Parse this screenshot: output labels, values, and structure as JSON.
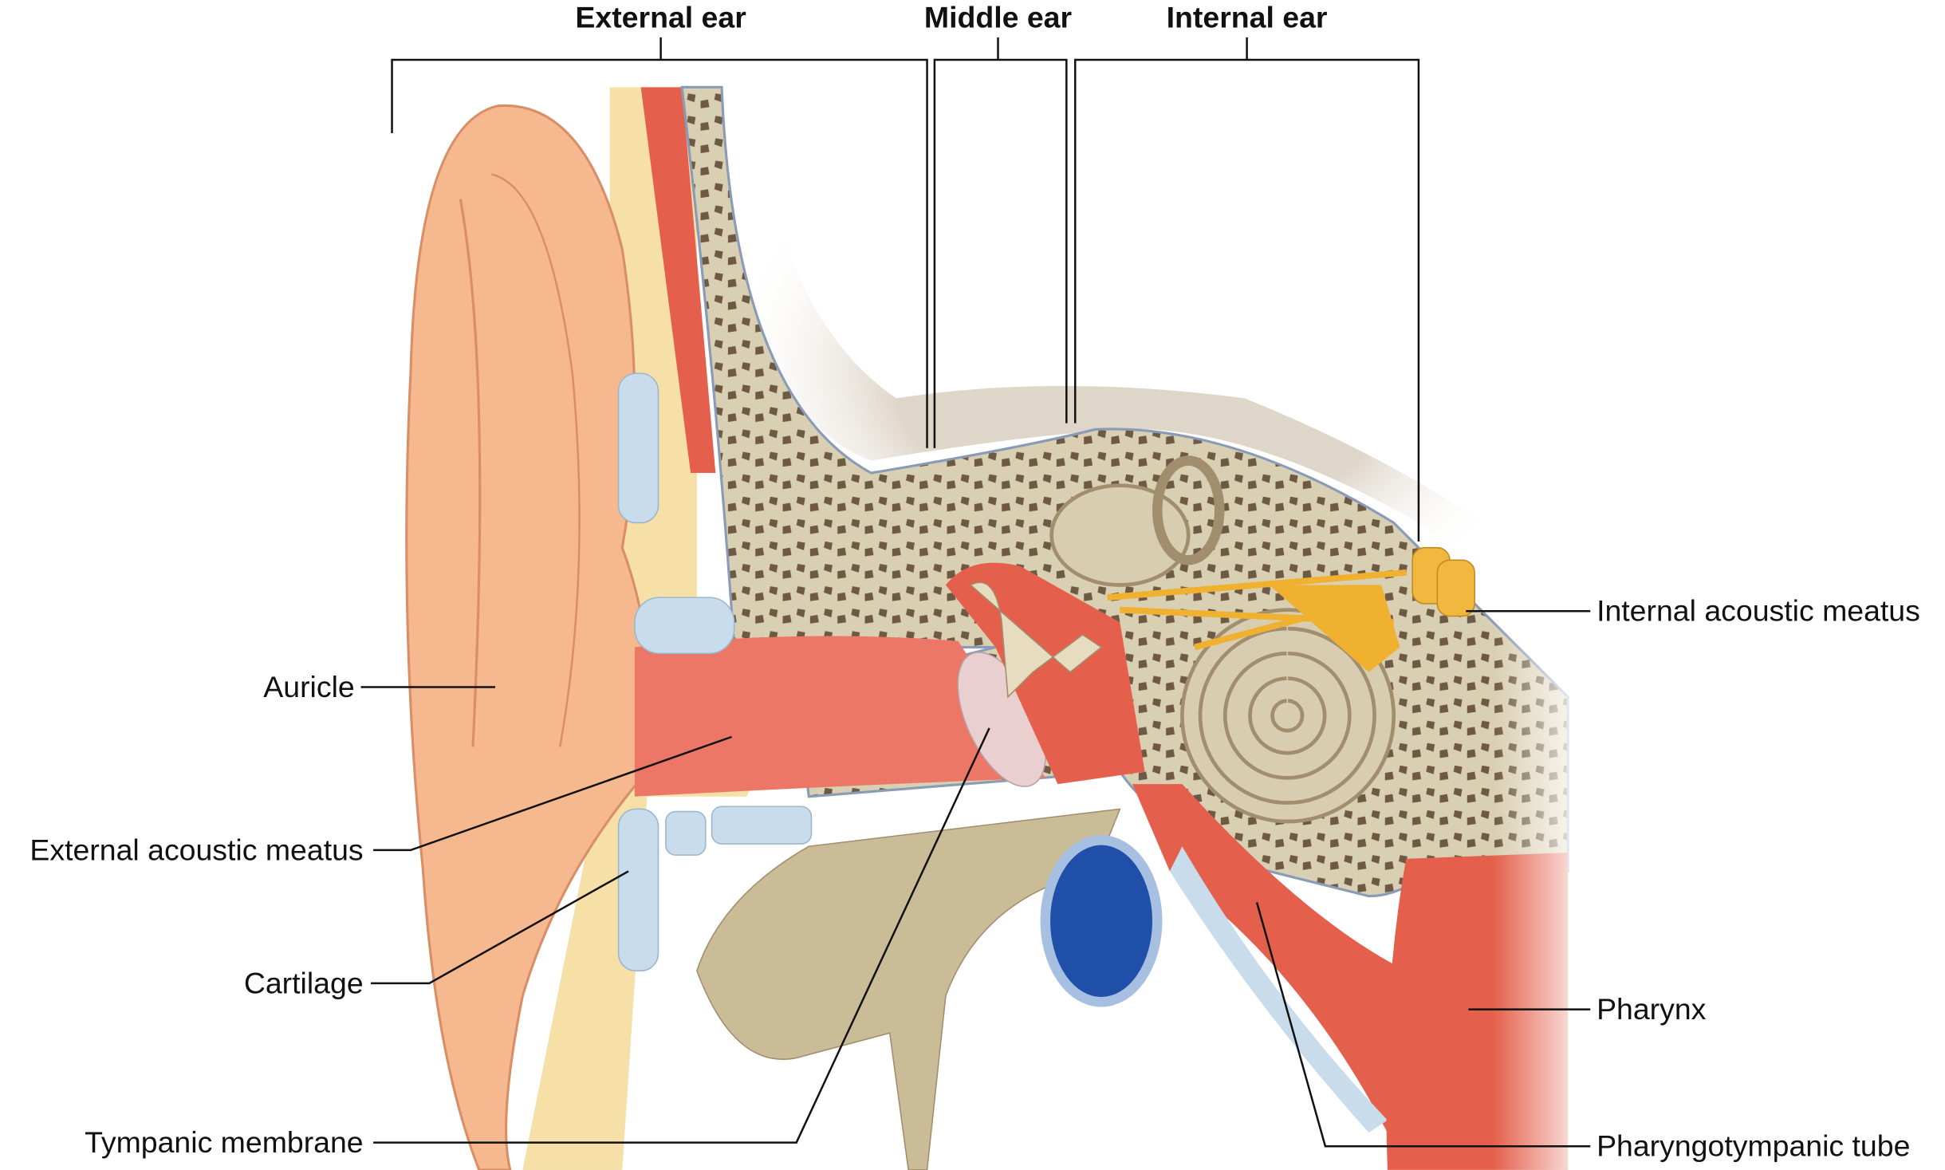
{
  "title": "Structure of the ear",
  "regions": {
    "external_ear": "External ear",
    "middle_ear": "Middle ear",
    "internal_ear": "Internal ear"
  },
  "labels": {
    "auricle": "Auricle",
    "external_acoustic_meatus": "External acoustic meatus",
    "cartilage": "Cartilage",
    "tympanic_membrane": "Tympanic membrane",
    "internal_acoustic_meatus": "Internal acoustic meatus",
    "pharynx": "Pharynx",
    "pharyngotympanic_tube": "Pharyngotympanic tube"
  },
  "colors": {
    "skin": "#f6b98f",
    "bone": "#d9cfb2",
    "spongy_bone": "#6e5a44",
    "muscle": "#e4604c",
    "cartilage": "#c8dceb",
    "fat": "#f6e0a8",
    "vein": "#1f4fa8",
    "nerve": "#f0b030"
  }
}
